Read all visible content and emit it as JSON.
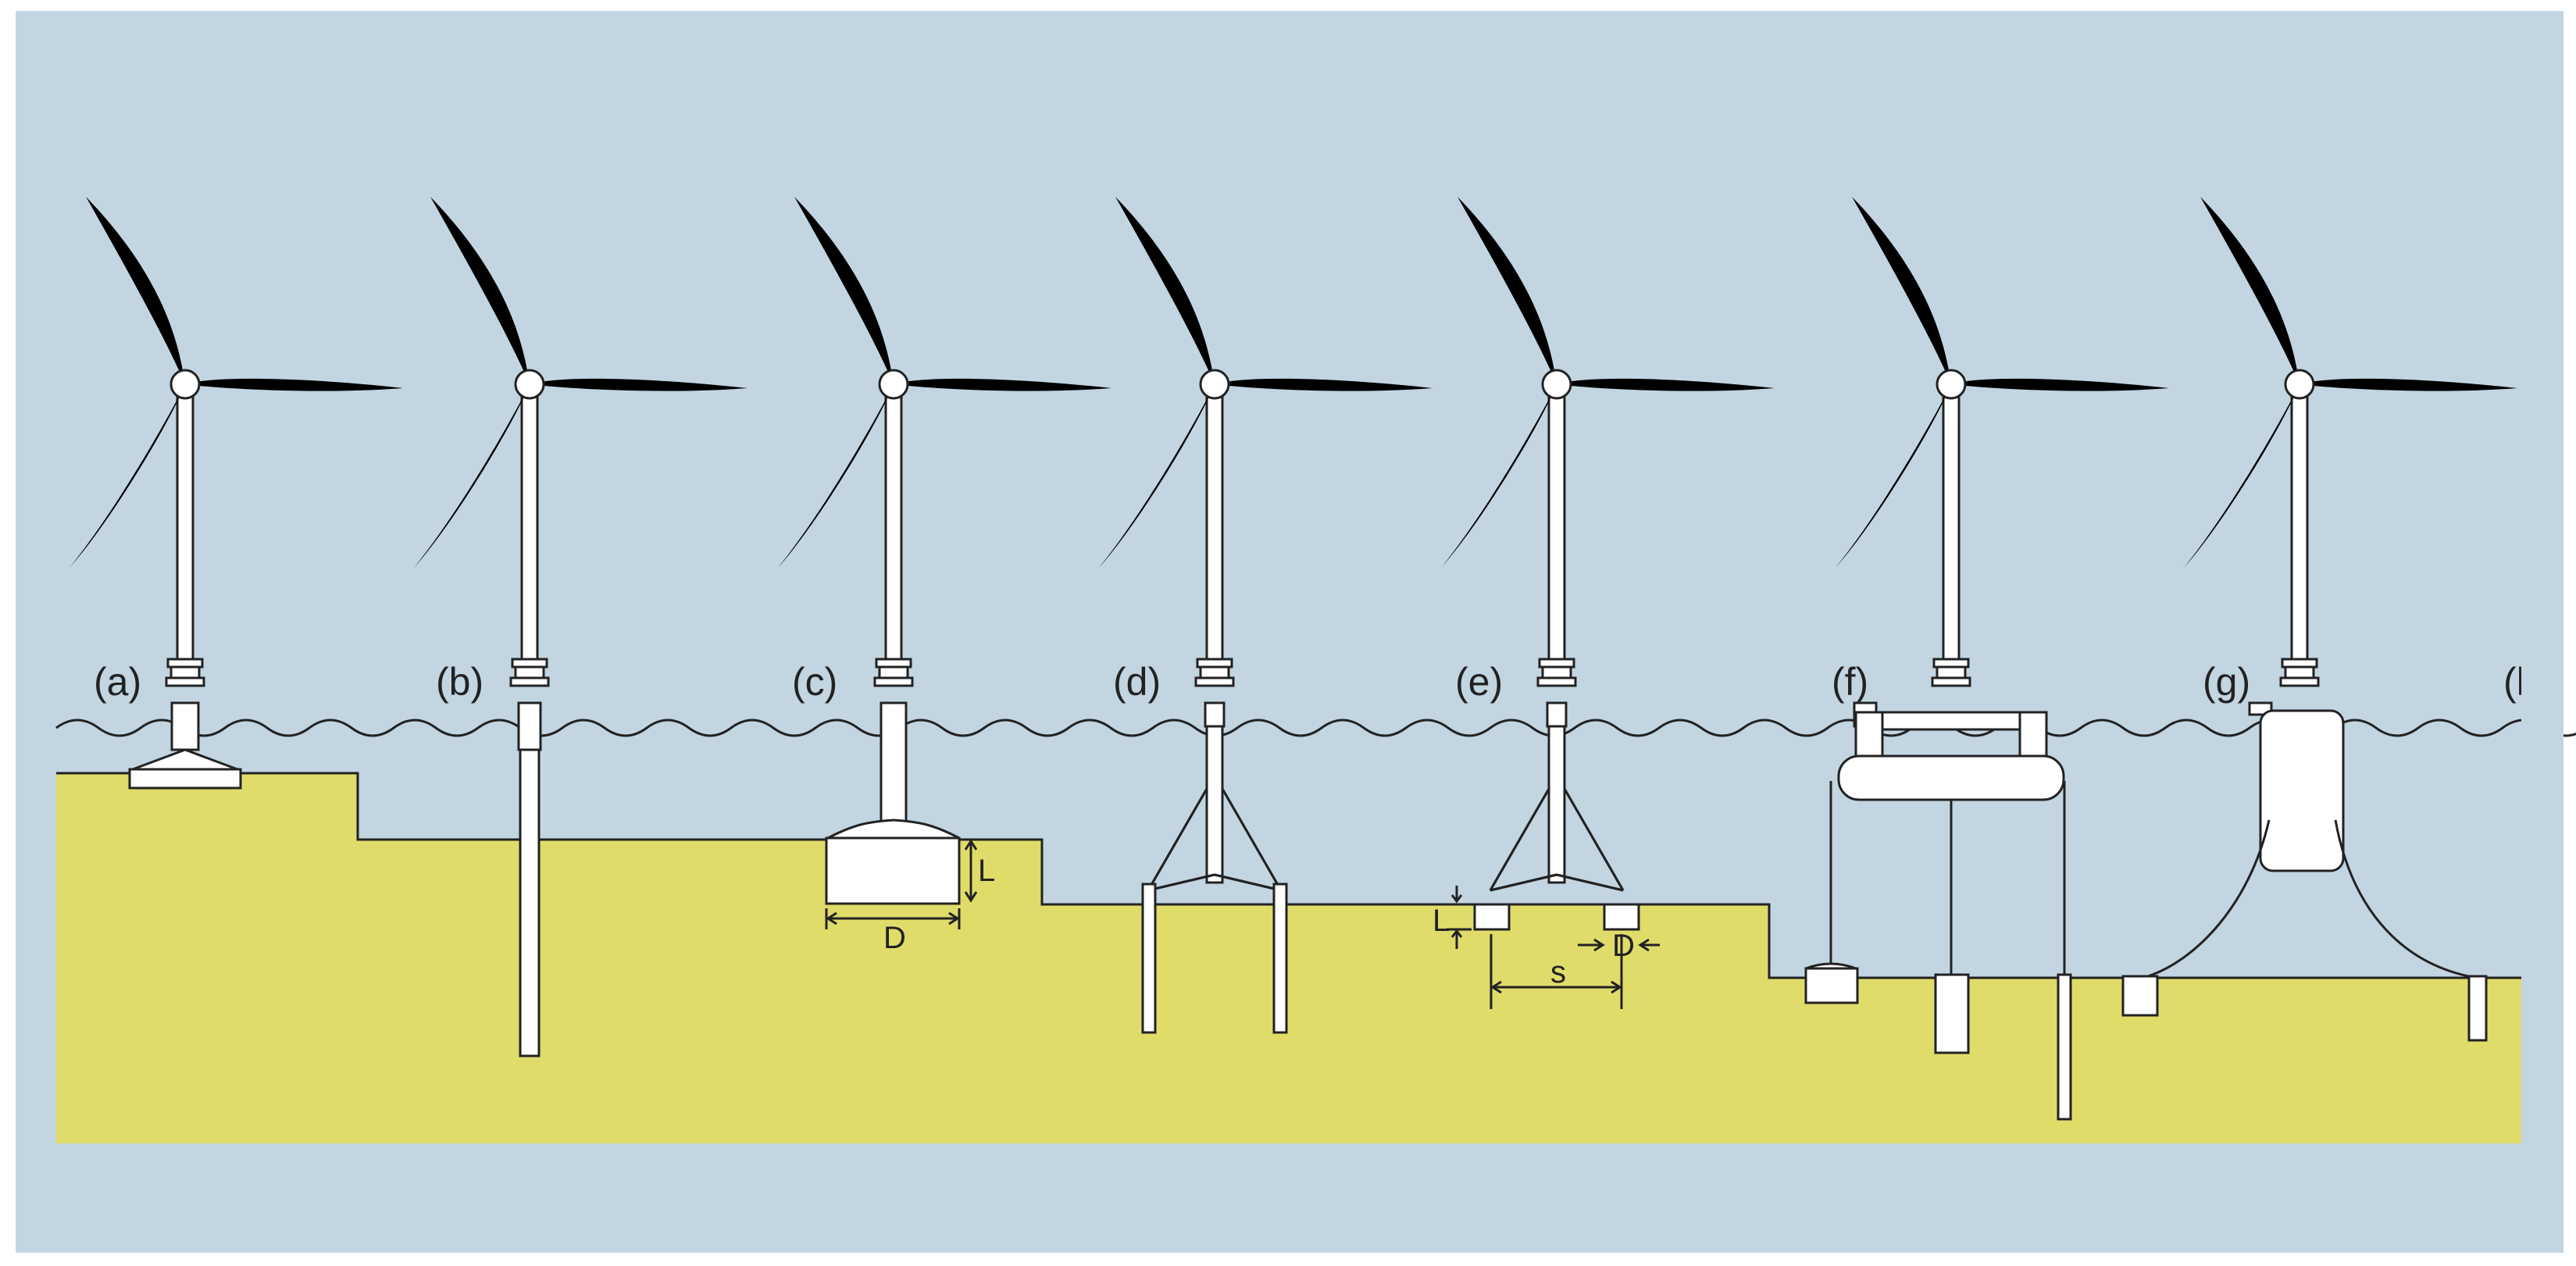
{
  "diagram": {
    "colors": {
      "sky": "#c2d5e1",
      "seabed": "#dfdc6a",
      "structure": "#ffffff",
      "outline": "#222222",
      "frame": "#ffffff"
    },
    "case_labels": [
      "(a)",
      "(b)",
      "(c)",
      "(d)",
      "(e)",
      "(f)",
      "(g)",
      "(h"
    ],
    "dimension_labels": {
      "c_height": "L",
      "c_diameter": "D",
      "e_height": "L",
      "e_diameter": "D",
      "e_spacing": "s"
    },
    "icons": [
      "wind-turbine-icon"
    ]
  }
}
